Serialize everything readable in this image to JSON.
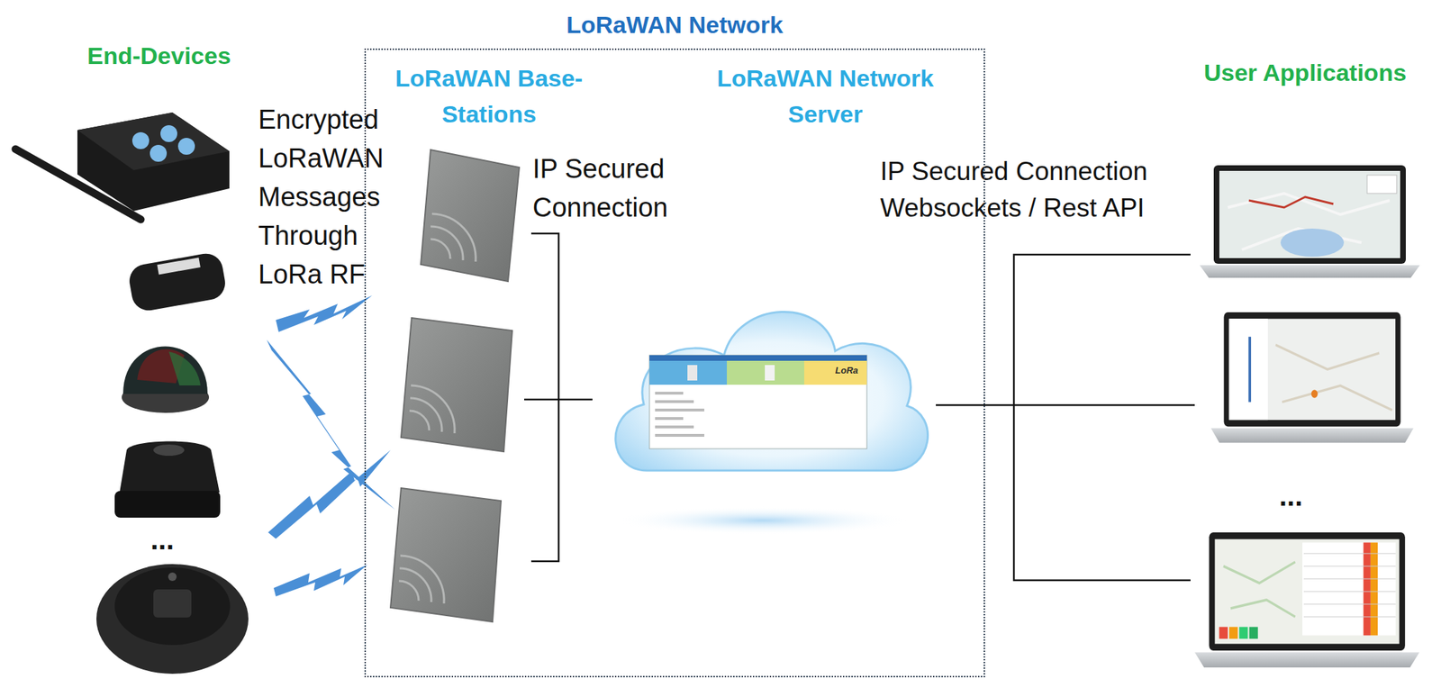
{
  "diagram": {
    "nodes": [
      {
        "text": [
          "LoRaWAN Network"
        ]
      },
      {
        "text": [
          "LoRa"
        ],
        "in": 0
      }
    ],
    "labels": [
      "End-Devices",
      "LoRaWAN Base-Stations",
      "LoRaWAN Network Server",
      "User Applications",
      "Encrypted LoRaWAN Messages Through LoRa RF",
      "IP Secured Connection",
      "IP Secured Connection Websockets / Rest API",
      "...",
      "..."
    ]
  }
}
